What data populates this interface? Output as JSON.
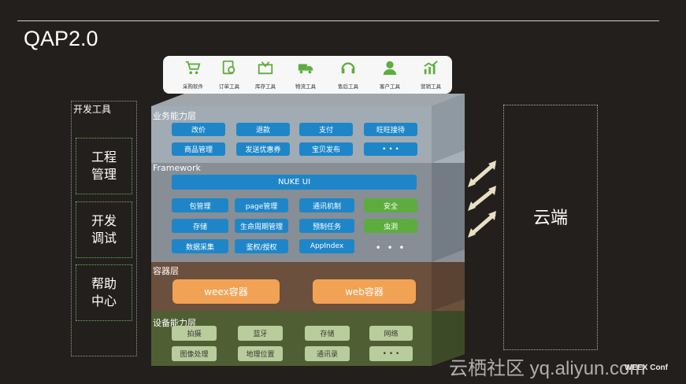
{
  "title": "QAP2.0",
  "dev_tools": {
    "title": "开发工具",
    "items": [
      "工程\n管理",
      "开发\n调试",
      "帮助\n中心"
    ]
  },
  "cloud": {
    "label": "云端"
  },
  "toolbar": {
    "tools": [
      {
        "label": "采购软件",
        "icon": "cart-icon"
      },
      {
        "label": "订单工具",
        "icon": "order-icon"
      },
      {
        "label": "库存工具",
        "icon": "inventory-icon"
      },
      {
        "label": "物流工具",
        "icon": "truck-icon"
      },
      {
        "label": "售后工具",
        "icon": "headset-icon"
      },
      {
        "label": "客户工具",
        "icon": "user-icon"
      },
      {
        "label": "营销工具",
        "icon": "chart-icon"
      }
    ]
  },
  "business_layer": {
    "title": "业务能力层",
    "items": [
      "改价",
      "退款",
      "支付",
      "旺旺接待",
      "商品管理",
      "发送优惠券",
      "宝贝发布",
      "• • •"
    ]
  },
  "framework_layer": {
    "title": "Framework",
    "banner": "NUKE UI",
    "items": [
      "包管理",
      "page管理",
      "通讯机制",
      "安全",
      "存储",
      "生命周期管理",
      "预制任务",
      "虫洞",
      "数据采集",
      "鉴权/授权",
      "AppIndex",
      "• • •"
    ]
  },
  "container_layer": {
    "title": "容器层",
    "items": [
      "weex容器",
      "web容器"
    ]
  },
  "device_layer": {
    "title": "设备能力层",
    "items": [
      "拍摄",
      "蓝牙",
      "存储",
      "网络",
      "图像处理",
      "地理位置",
      "通讯录",
      "• • •"
    ]
  },
  "watermark": "云栖社区 yq.aliyun.com",
  "brand": "WEEX Conf",
  "colors": {
    "background": "#231f1c",
    "blue_chip": "#1e86c8",
    "green_chip": "#5cad3e",
    "orange_chip": "#f2a254",
    "device_layer": "#56663a",
    "container_layer": "#6e5340",
    "framework_layer": "#8a939c",
    "business_layer": "#a7b1ba"
  }
}
